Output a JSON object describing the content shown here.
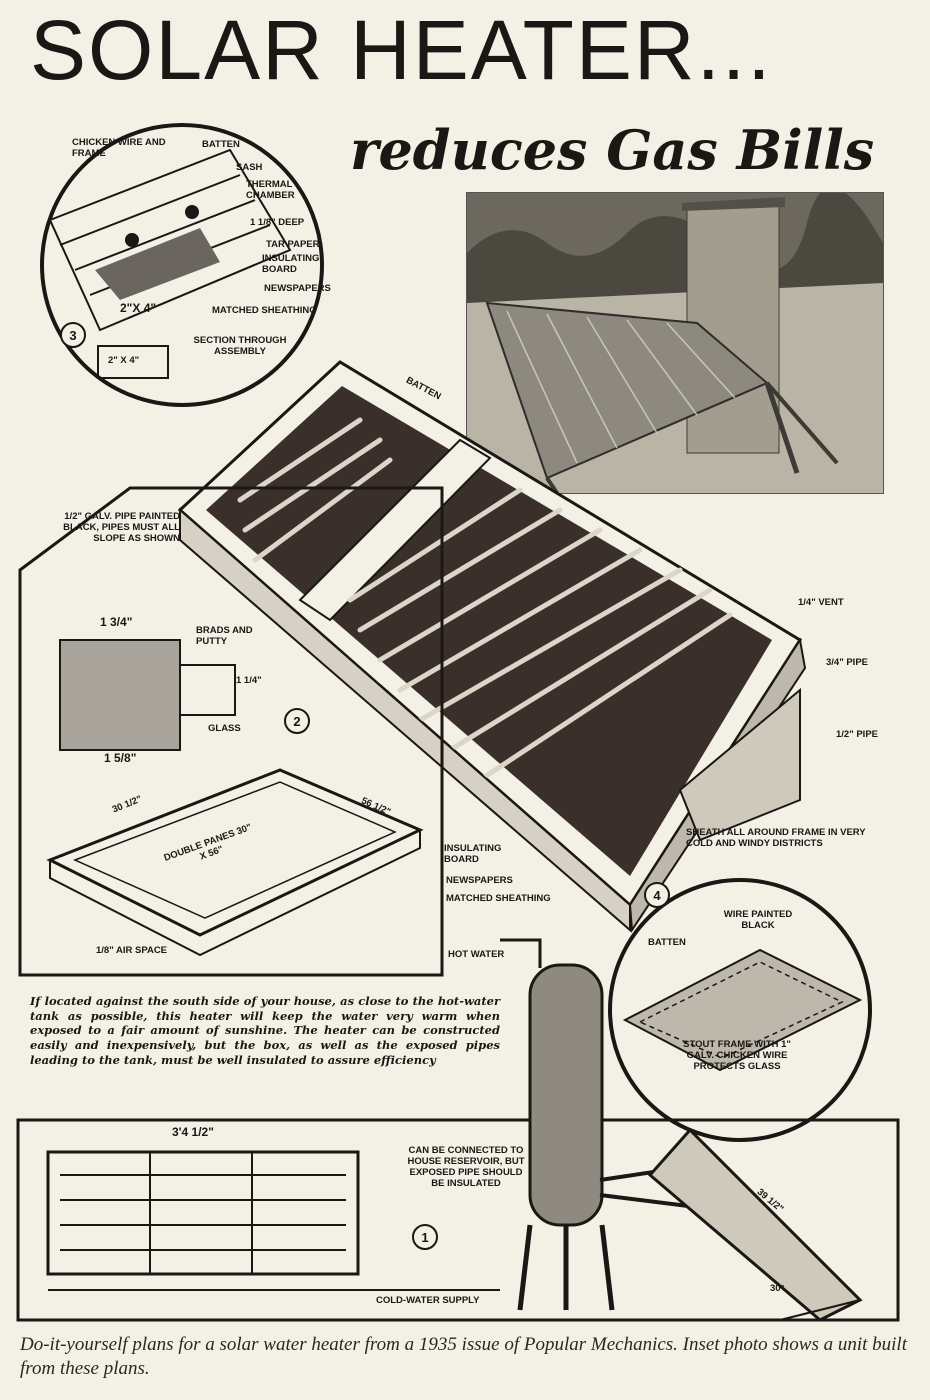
{
  "article": {
    "title": "SOLAR HEATER...",
    "subtitle": "reduces Gas Bills",
    "description": "If located against the south side of your house, as close to the hot-water tank as possible, this heater will keep the water very warm when exposed to a fair amount of sunshine. The heater can be constructed easily and inexpensively, but the box, as well as the exposed pipes leading to the tank, must be well insulated to assure efficiency",
    "caption": "Do-it-yourself plans for a solar water heater from a 1935 issue of Popular Mechanics. Inset photo shows a unit built from these plans."
  },
  "figure3": {
    "number": "3",
    "chicken_wire": "CHICKEN WIRE AND FRAME",
    "batten": "BATTEN",
    "sash": "SASH",
    "thermal_chamber": "THERMAL CHAMBER",
    "depth": "1 1/8\" DEEP",
    "tar_paper": "TAR PAPER",
    "insulating_board": "INSULATING BOARD",
    "newspapers": "NEWSPAPERS",
    "matched_sheathing": "MATCHED SHEATHING",
    "lumber": "2\"x 4\"",
    "lumber_b": "2\" x 4\"",
    "section": "SECTION THROUGH ASSEMBLY"
  },
  "main": {
    "batten": "BATTEN",
    "pipe_note": "1/2\" GALV. PIPE PAINTED BLACK, PIPES MUST ALL SLOPE AS SHOWN",
    "vent": "1/4\" VENT",
    "pipe_a": "3/4\" PIPE",
    "pipe_b": "1/2\" PIPE",
    "sheath": "SHEATH ALL AROUND FRAME IN VERY COLD AND WINDY DISTRICTS",
    "insulating_board": "INSULATING BOARD",
    "newspapers": "NEWSPAPERS",
    "matched_sheathing": "MATCHED SHEATHING"
  },
  "figure2": {
    "number": "2",
    "brads": "BRADS AND PUTTY",
    "glass": "GLASS",
    "dim_top": "1 3/4\"",
    "dim_side": "1 1/4\"",
    "dim_bottom": "1 5/8\"",
    "double_panes": "DOUBLE PANES 30\" X 56\"",
    "dim_a": "30 1/2\"",
    "dim_b": "56 1/2\"",
    "air_space": "1/8\" AIR SPACE"
  },
  "figure4": {
    "number": "4",
    "wire": "WIRE PAINTED BLACK",
    "batten": "BATTEN",
    "stout": "STOUT FRAME WITH 1\" GALV. CHICKEN WIRE PROTECTS GLASS"
  },
  "figure1": {
    "number": "1",
    "hot_water": "HOT WATER",
    "cold_water": "COLD-WATER SUPPLY",
    "connect_note": "CAN BE CONNECTED TO HOUSE RESERVOIR, BUT EXPOSED PIPE SHOULD BE INSULATED",
    "width_dim": "3'4 1/2\"",
    "slope_dim": "39 1/2\"",
    "angle": "30°"
  },
  "colors": {
    "ink": "#1a1714",
    "paper": "#f3f0e6",
    "panel": "#3a2f2b"
  }
}
